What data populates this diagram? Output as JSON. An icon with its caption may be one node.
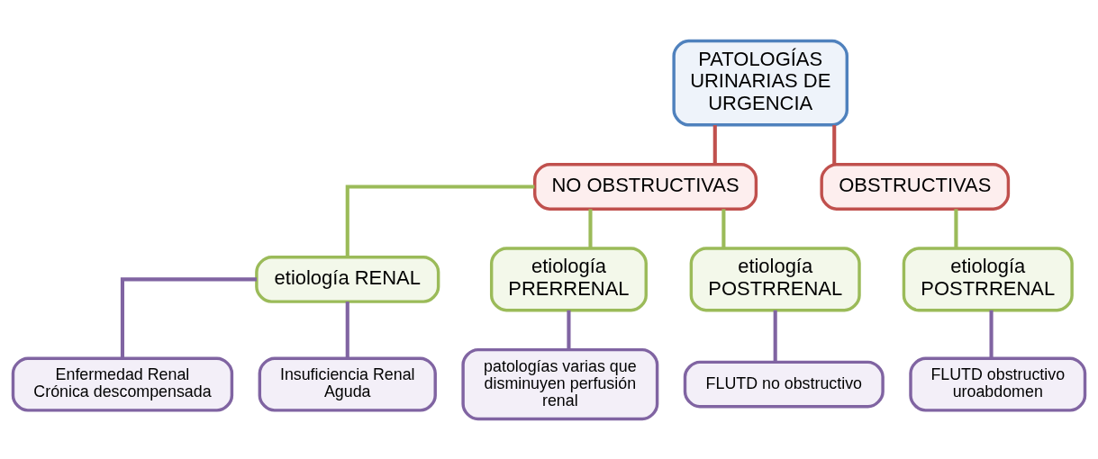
{
  "diagram": {
    "nodes": [
      {
        "text": [
          "PATOLOGÍAS URINARIAS DE URGENCIA"
        ]
      },
      {
        "text": [
          "NO OBSTRUCTIVAS"
        ]
      },
      {
        "text": [
          "OBSTRUCTIVAS"
        ]
      },
      {
        "text": [
          "etiología RENAL"
        ]
      },
      {
        "text": [
          "etiología PRERRENAL"
        ]
      },
      {
        "text": [
          "etiología POSTRRENAL"
        ]
      },
      {
        "text": [
          "etiología POSTRRENAL"
        ]
      },
      {
        "text": [
          "Enfermedad Renal Crónica descompensada"
        ]
      },
      {
        "text": [
          "Insuficiencia Renal Aguda"
        ]
      },
      {
        "text": [
          "patologías varias que disminuyen perfusión renal"
        ]
      },
      {
        "text": [
          "FLUTD no obstructivo"
        ]
      },
      {
        "text": [
          "FLUTD obstructivo uroabdomen"
        ]
      }
    ],
    "edges": [
      {
        "from": 0,
        "to": 1,
        "arrow": "none",
        "color": "#c0504d"
      },
      {
        "from": 0,
        "to": 2,
        "arrow": "none",
        "color": "#c0504d"
      },
      {
        "from": 1,
        "to": 3,
        "arrow": "none",
        "color": "#9bbb59"
      },
      {
        "from": 1,
        "to": 4,
        "arrow": "none",
        "color": "#9bbb59"
      },
      {
        "from": 1,
        "to": 5,
        "arrow": "none",
        "color": "#9bbb59"
      },
      {
        "from": 2,
        "to": 6,
        "arrow": "none",
        "color": "#9bbb59"
      },
      {
        "from": 3,
        "to": 7,
        "arrow": "none",
        "color": "#8064a2"
      },
      {
        "from": 3,
        "to": 8,
        "arrow": "none",
        "color": "#8064a2"
      },
      {
        "from": 4,
        "to": 9,
        "arrow": "none",
        "color": "#8064a2"
      },
      {
        "from": 5,
        "to": 10,
        "arrow": "none",
        "color": "#8064a2"
      },
      {
        "from": 6,
        "to": 11,
        "arrow": "none",
        "color": "#8064a2"
      }
    ]
  }
}
